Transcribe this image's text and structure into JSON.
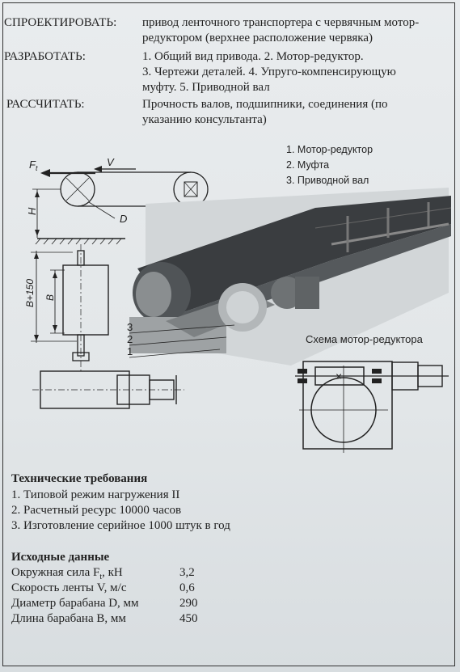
{
  "header": {
    "design_label": "СПРОЕКТИРОВАТЬ:",
    "design_value_l1": "привод ленточного транспортера с червячным мотор-",
    "design_value_l2": "редуктором (верхнее расположение червяка)",
    "develop_label": "РАЗРАБОТАТЬ:",
    "develop_value_l1": " 1. Общий вид привода. 2. Мотор-редуктор.",
    "develop_value_l2": "3.  Чертежи деталей. 4. Упруго-компенсирующую",
    "develop_value_l3": "муфту. 5. Приводной вал",
    "calc_label": "РАССЧИТАТЬ:",
    "calc_value_l1": "Прочность валов, подшипники, соединения (по",
    "calc_value_l2": "указанию консультанта)"
  },
  "figure": {
    "legend": [
      "1. Мотор-редуктор",
      "2. Муфта",
      "3. Приводной вал"
    ],
    "force_label": "F",
    "force_sub": "t",
    "velocity_label": "V",
    "height_label": "H",
    "diameter_label": "D",
    "dim_b150": "B+150",
    "dim_b": "B",
    "callouts": [
      "3",
      "2",
      "1"
    ],
    "gearbox_scheme_title": "Схема мотор-редуктора",
    "worm_mark": "×"
  },
  "requirements": {
    "title": "Технические требования",
    "items": [
      "1. Типовой режим нагружения II",
      "2. Расчетный ресурс 10000 часов",
      "3. Изготовление серийное 1000 штук в год"
    ]
  },
  "input_data": {
    "title": "Исходные данные",
    "rows": [
      {
        "label_pre": "Окружная сила F",
        "label_sub": "t",
        "label_post": ", кН",
        "value": "3,2"
      },
      {
        "label_pre": "Скорость ленты V, м/с",
        "label_sub": "",
        "label_post": "",
        "value": "0,6"
      },
      {
        "label_pre": "Диаметр барабана D, мм",
        "label_sub": "",
        "label_post": "",
        "value": "290"
      },
      {
        "label_pre": "Длина барабана B, мм",
        "label_sub": "",
        "label_post": "",
        "value": "450"
      }
    ]
  },
  "colors": {
    "paper": "#e6e9eb",
    "ink": "#222222",
    "belt": "#3a3d40"
  }
}
